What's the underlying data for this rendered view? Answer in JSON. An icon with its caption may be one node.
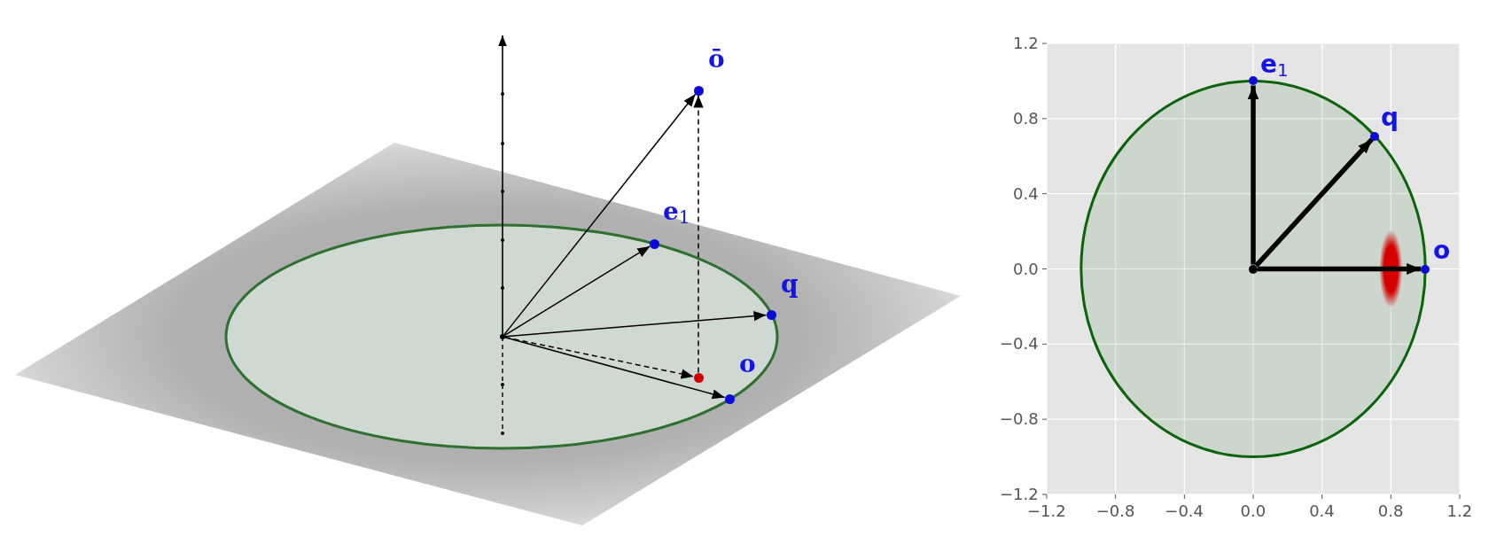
{
  "diagram": {
    "nodes": [
      {
        "text": [],
        "shape": "circle"
      },
      {
        "text": [
          "ō"
        ]
      },
      {
        "text": [
          "e$_{1}$"
        ]
      },
      {
        "text": [
          "q"
        ]
      },
      {
        "text": [
          "o"
        ]
      },
      {
        "text": [],
        "shape": "circle"
      },
      {
        "text": [],
        "shape": "circle"
      },
      {
        "text": [
          "e$_{1}$"
        ]
      },
      {
        "text": [
          "q"
        ]
      },
      {
        "text": [
          "o"
        ]
      }
    ],
    "edges": [
      {
        "from": 0,
        "to": 1,
        "arrow": "to"
      },
      {
        "from": 0,
        "to": 2,
        "arrow": "to"
      },
      {
        "from": 0,
        "to": 3,
        "arrow": "to"
      },
      {
        "from": 0,
        "to": 4,
        "arrow": "to"
      },
      {
        "from": 0,
        "to": 5,
        "arrow": "to",
        "style": "dashed"
      },
      {
        "from": 5,
        "to": 1,
        "arrow": "to",
        "style": "dashed"
      },
      {
        "from": 6,
        "to": 7,
        "arrow": "to",
        "style": "thick"
      },
      {
        "from": 6,
        "to": 8,
        "arrow": "to",
        "style": "thick"
      },
      {
        "from": 6,
        "to": 9,
        "arrow": "to",
        "style": "thick"
      }
    ],
    "labels": [
      "1.2",
      "0.8",
      "0.4",
      "0.0",
      "−0.4",
      "−0.8",
      "−1.2",
      "−1.2",
      "−0.8",
      "−0.4",
      "0.0",
      "0.4",
      "0.8",
      "1.2"
    ]
  }
}
